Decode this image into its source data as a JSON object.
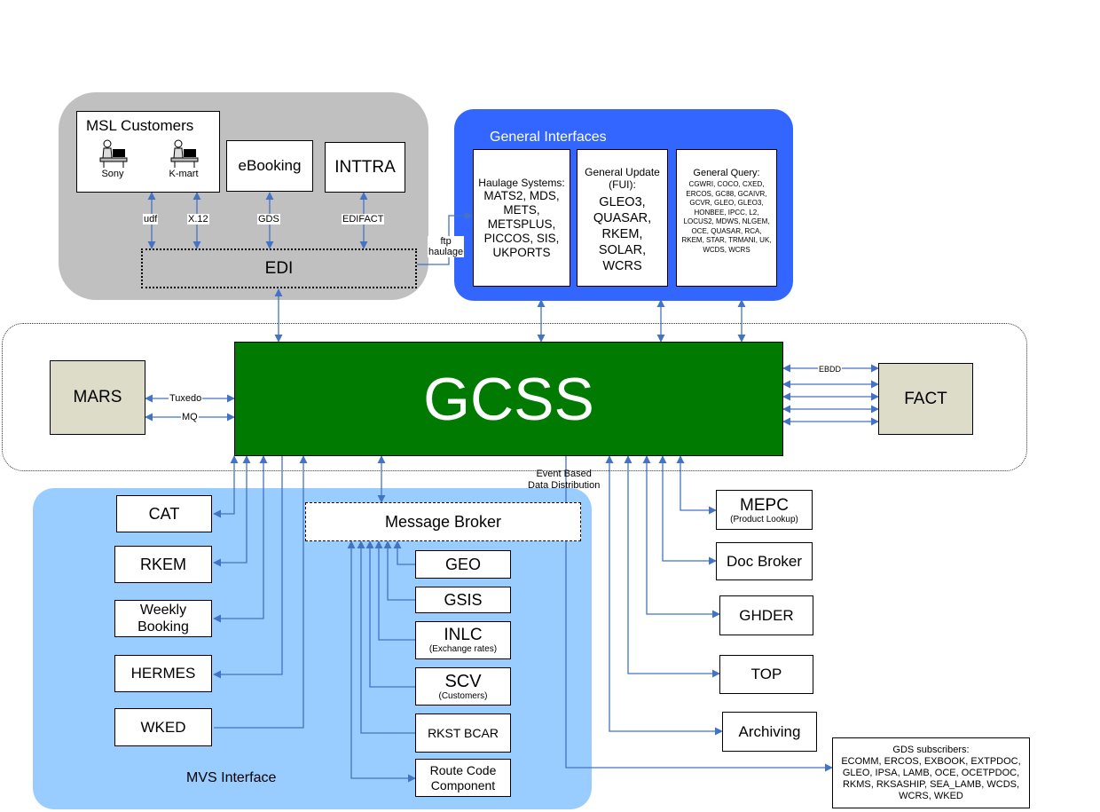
{
  "customers": {
    "title": "MSL Customers",
    "sony": "Sony",
    "kmart": "K-mart"
  },
  "ebooking": "eBooking",
  "inttra": "INTTRA",
  "edi": "EDI",
  "edi_links": {
    "udf": "udf",
    "x12": "X.12",
    "gds": "GDS",
    "edifact": "EDIFACT",
    "ftp": "ftp\nhaulage"
  },
  "general_interfaces": {
    "title": "General Interfaces",
    "haulage": {
      "heading": "Haulage Systems:",
      "items": "MATS2, MDS, METS, METSPLUS, PICCOS, SIS, UKPORTS"
    },
    "update": {
      "heading": "General Update (FUI):",
      "items": "GLEO3, QUASAR, RKEM, SOLAR, WCRS"
    },
    "query": {
      "heading": "General Query:",
      "items": "CGWRI, COCO, CXED, ERCOS, GC88, GCAIVR, GCVR, GLEO, GLEO3, HONBEE, IPCC, L2, LOCUS2, MDWS, NLGEM, OCE, QUASAR, RCA, RKEM, STAR, TRMANI, UK, WCDS, WCRS"
    }
  },
  "gcss": "GCSS",
  "mars": "MARS",
  "fact": "FACT",
  "mars_links": {
    "tuxedo": "Tuxedo",
    "mq": "MQ"
  },
  "fact_links": {
    "ebdd": "EBDD"
  },
  "event_label": "Event Based\nData Distribution",
  "mvs": {
    "title": "MVS Interface",
    "cat": "CAT",
    "rkem": "RKEM",
    "weekly_booking": "Weekly\nBooking",
    "hermes": "HERMES",
    "wked": "WKED",
    "message_broker": "Message Broker",
    "geo": "GEO",
    "gsis": "GSIS",
    "inlc": "INLC",
    "inlc_sub": "(Exchange rates)",
    "scv": "SCV",
    "scv_sub": "(Customers)",
    "rkst": "RKST BCAR",
    "route": "Route Code\nComponent"
  },
  "right": {
    "mepc": "MEPC",
    "mepc_sub": "(Product Lookup)",
    "doc_broker": "Doc Broker",
    "ghder": "GHDER",
    "top": "TOP",
    "archiving": "Archiving"
  },
  "gds_subscribers": {
    "heading": "GDS subscribers:",
    "items": "ECOMM, ERCOS, EXBOOK, EXTPDOC, GLEO, IPSA, LAMB, OCE, OCETPDOC, RKMS, RKSASHIP, SEA_LAMB, WCDS, WCRS, WKED"
  },
  "colors": {
    "gray_region": "#c0c0c0",
    "general_interfaces": "#3366ff",
    "mvs_region": "#99ccff",
    "gcss": "#007a00",
    "side_boxes": "#dcdcc8",
    "connector": "#4472c4"
  }
}
